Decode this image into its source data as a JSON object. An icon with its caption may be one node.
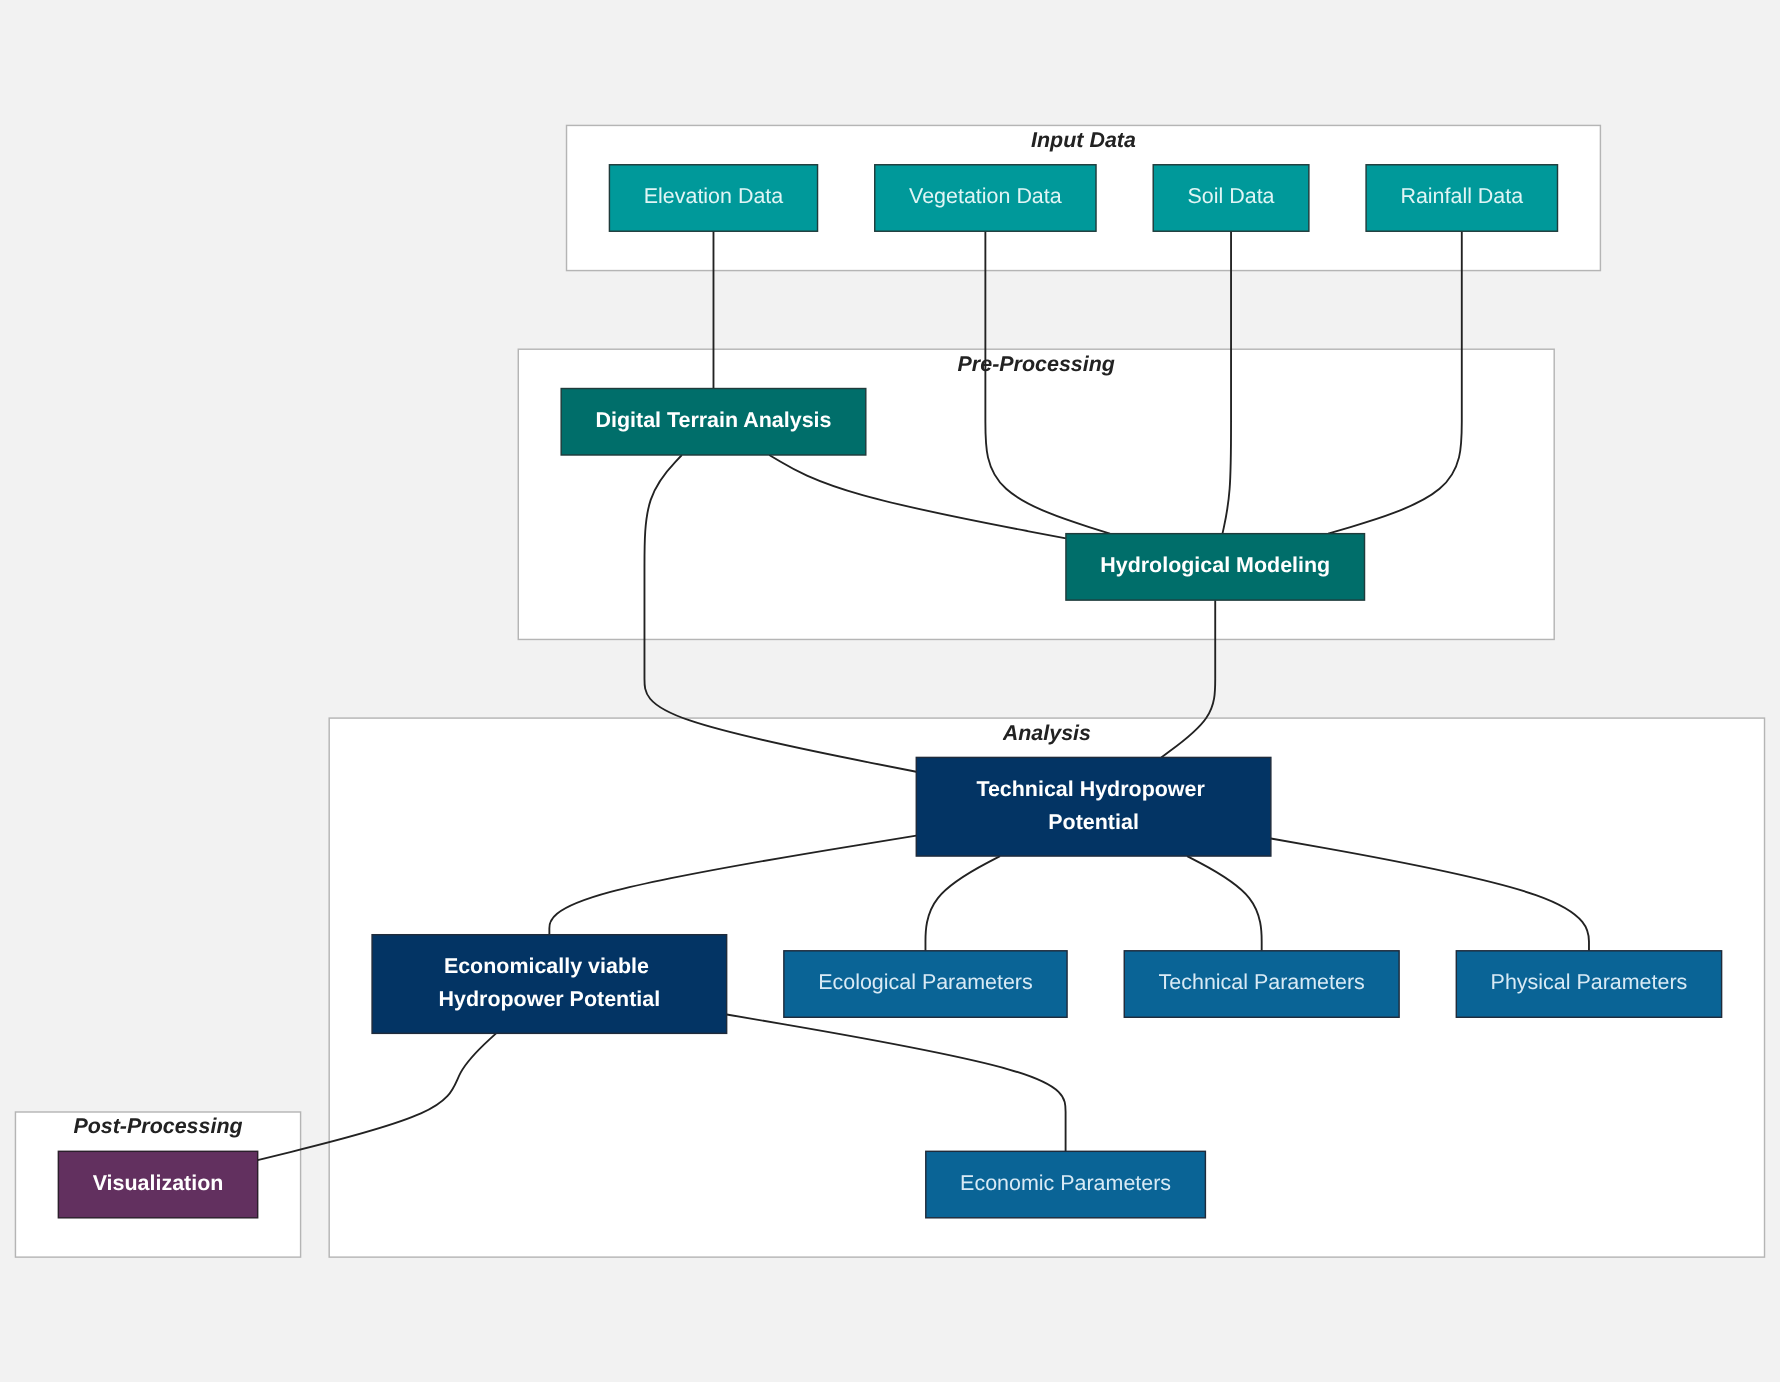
{
  "diagram": {
    "nodes": [
      {
        "text": [
          "Input Data"
        ]
      },
      {
        "text": [
          "Elevation Data"
        ],
        "in": 0
      },
      {
        "text": [
          "Vegetation Data"
        ],
        "in": 0
      },
      {
        "text": [
          "Soil Data"
        ],
        "in": 0
      },
      {
        "text": [
          "Rainfall Data"
        ],
        "in": 0
      },
      {
        "text": [
          "Pre-Processing"
        ]
      },
      {
        "text": [
          "Digital Terrain Analysis"
        ],
        "in": 5
      },
      {
        "text": [
          "Hydrological Modeling"
        ],
        "in": 5
      },
      {
        "text": [
          "Analysis"
        ]
      },
      {
        "text": [
          "Technical Hydropower Potential"
        ],
        "in": 8
      },
      {
        "text": [
          "Physical Parameters"
        ],
        "in": 8
      },
      {
        "text": [
          "Technical Parameters"
        ],
        "in": 8
      },
      {
        "text": [
          "Ecological Parameters"
        ],
        "in": 8
      },
      {
        "text": [
          "Economically viable Hydropower Potential"
        ],
        "in": 8
      },
      {
        "text": [
          "Economic Parameters"
        ],
        "in": 8
      },
      {
        "text": [
          "Post-Processing"
        ]
      },
      {
        "text": [
          "Visualization"
        ],
        "in": 15
      }
    ],
    "edges": [
      {
        "from": 1,
        "to": 6,
        "arrow": "none"
      },
      {
        "from": 2,
        "to": 7,
        "arrow": "none"
      },
      {
        "from": 3,
        "to": 7,
        "arrow": "none"
      },
      {
        "from": 4,
        "to": 7,
        "arrow": "none"
      },
      {
        "from": 6,
        "to": 7,
        "arrow": "none"
      },
      {
        "from": 6,
        "to": 9,
        "arrow": "none"
      },
      {
        "from": 7,
        "to": 9,
        "arrow": "none"
      },
      {
        "from": 9,
        "to": 10,
        "arrow": "none"
      },
      {
        "from": 9,
        "to": 11,
        "arrow": "none"
      },
      {
        "from": 9,
        "to": 12,
        "arrow": "none"
      },
      {
        "from": 9,
        "to": 13,
        "arrow": "none"
      },
      {
        "from": 13,
        "to": 14,
        "arrow": "none"
      },
      {
        "from": 13,
        "to": 16,
        "arrow": "none"
      }
    ]
  }
}
